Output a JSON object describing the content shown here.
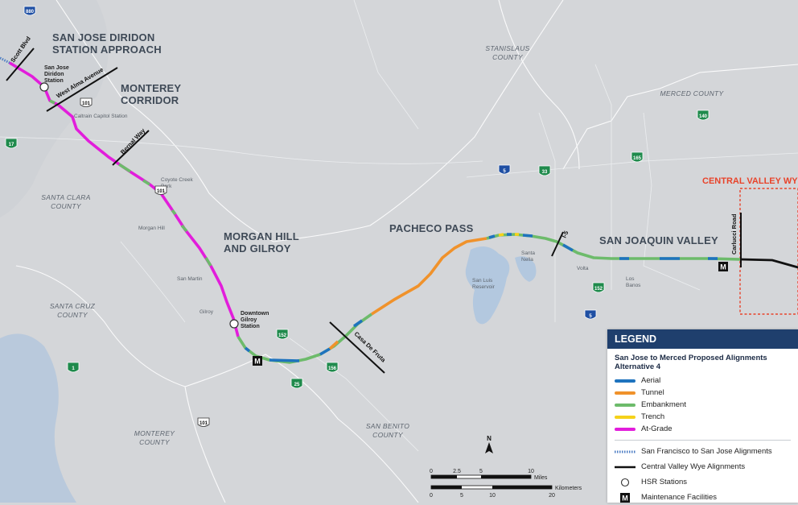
{
  "regions": {
    "diridon": [
      "SAN JOSE DIRIDON",
      "STATION APPROACH"
    ],
    "monterey": [
      "MONTEREY",
      "CORRIDOR"
    ],
    "morgan": [
      "MORGAN HILL",
      "AND GILROY"
    ],
    "pacheco": "PACHECO PASS",
    "sjv": "SAN JOAQUIN VALLEY",
    "wye": "CENTRAL VALLEY WYE"
  },
  "counties": {
    "stanislaus": [
      "STANISLAUS",
      "COUNTY"
    ],
    "merced": "MERCED COUNTY",
    "santa_clara": [
      "SANTA CLARA",
      "COUNTY"
    ],
    "santa_cruz": [
      "SANTA CRUZ",
      "COUNTY"
    ],
    "monterey": [
      "MONTEREY",
      "COUNTY"
    ],
    "san_benito": [
      "SAN BENITO",
      "COUNTY"
    ]
  },
  "places": {
    "caltrain": "Caltrain Capitol Station",
    "coyote": [
      "Coyote Creek",
      "Park"
    ],
    "morgan_hill": "Morgan Hill",
    "san_martin": "San Martin",
    "gilroy": "Gilroy",
    "santa_nella": [
      "Santa",
      "Nella"
    ],
    "volta": "Volta",
    "los_banos": [
      "Los",
      "Banos"
    ],
    "reservoir": [
      "San Luis",
      "Reservoir"
    ]
  },
  "stations": {
    "diridon": [
      "San Jose",
      "Diridon",
      "Station"
    ],
    "gilroy": [
      "Downtown",
      "Gilroy",
      "Station"
    ]
  },
  "cut_lines": {
    "scott": "Scott Blvd",
    "alma": "West Alma Avenue",
    "bernal": "Bernal Way",
    "casa": "Casa De Fruta",
    "i5": "I-5",
    "carlucci": "Carlucci Road"
  },
  "highways": {
    "i880": "880",
    "us101a": "101",
    "us101b": "101",
    "us101c": "101",
    "sr17": "17",
    "sr1": "1",
    "sr152a": "152",
    "sr152b": "152",
    "sr156": "156",
    "sr25": "25",
    "i5a": "5",
    "i5b": "5",
    "sr33": "33",
    "sr165": "165",
    "sr140": "140"
  },
  "maintenance_marker": "M",
  "north_label": "N",
  "scale": {
    "miles_label": "Miles",
    "km_label": "Kilometers",
    "miles_ticks": [
      "0",
      "2.5",
      "5",
      "10"
    ],
    "km_ticks": [
      "0",
      "5",
      "10",
      "20"
    ]
  },
  "legend": {
    "title": "LEGEND",
    "subtitle": "San Jose to Merced Proposed Alignments Alternative 4",
    "items": [
      {
        "label": "Aerial",
        "color": "#1e73be"
      },
      {
        "label": "Tunnel",
        "color": "#f0922b"
      },
      {
        "label": "Embankment",
        "color": "#6dbb6b"
      },
      {
        "label": "Trench",
        "color": "#f5d21a"
      },
      {
        "label": "At-Grade",
        "color": "#e21ddb"
      }
    ],
    "sf_alignment": "San Francisco to San Jose Alignments",
    "cv_wye": "Central Valley Wye Alignments",
    "hsr_stations": "HSR Stations",
    "maintenance": "Maintenance Facilities"
  },
  "colors": {
    "aerial": "#1e73be",
    "tunnel": "#f0922b",
    "embankment": "#6dbb6b",
    "trench": "#f5d21a",
    "at_grade": "#e21ddb",
    "wye_red": "#e8432a",
    "legend_header": "#1f3f6d"
  }
}
